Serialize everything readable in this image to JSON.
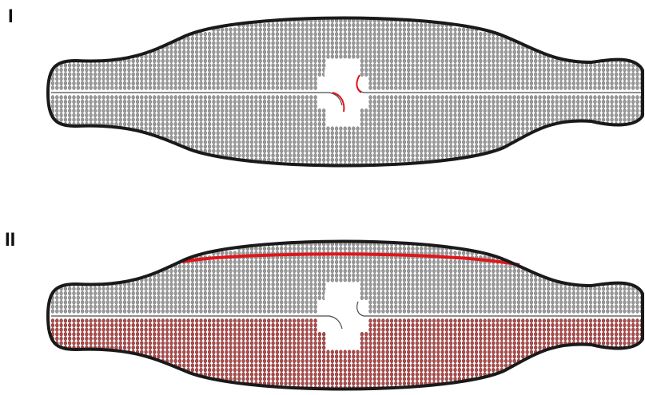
{
  "panels": [
    {
      "label": "I",
      "highlight": "raphe-slit-ends",
      "shaded_half": "none"
    },
    {
      "label": "II",
      "highlight": "valve-margin",
      "shaded_half": "lower"
    }
  ],
  "colors": {
    "outline": "#1a1a1a",
    "pore": "#9a9a9a",
    "pore_stroke": "#6e6e6e",
    "pore_highlight": "#b14a4a",
    "pore_highlight_stroke": "#6a2424",
    "accent_red": "#e0161b",
    "background": "#ffffff"
  }
}
